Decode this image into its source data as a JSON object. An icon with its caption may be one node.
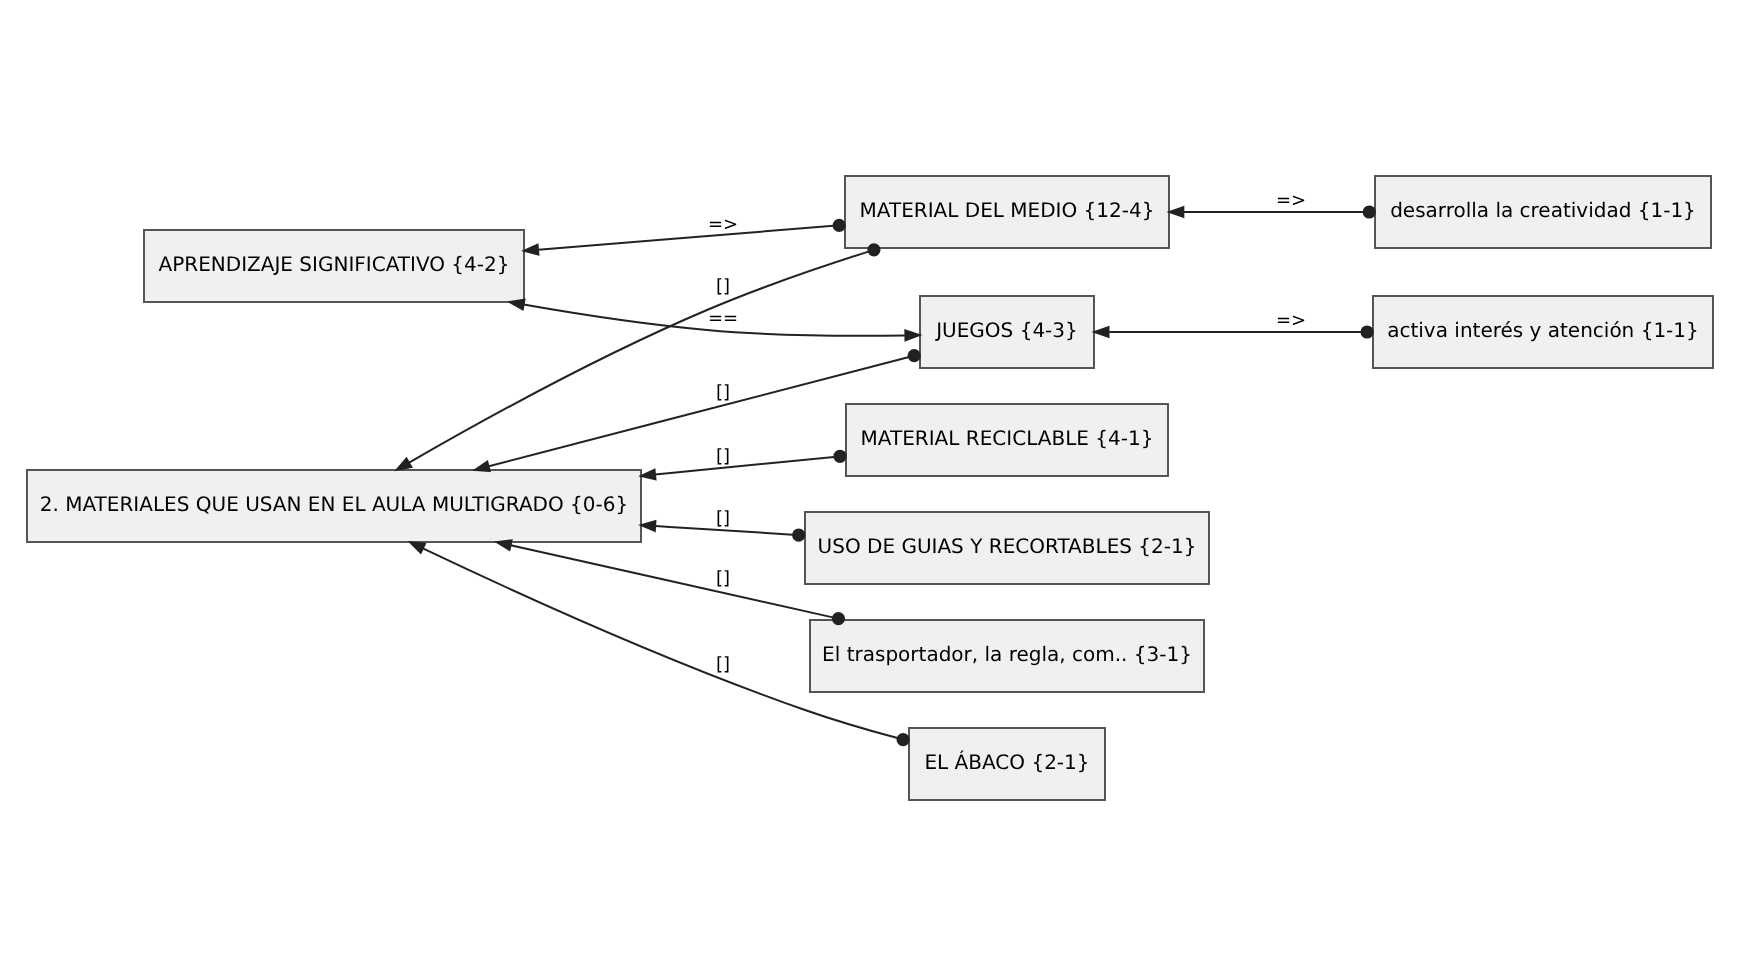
{
  "diagram": {
    "nodes": [
      {
        "text": [
          "MATERIAL DEL MEDIO {12-4}"
        ]
      },
      {
        "text": [
          "desarrolla la creatividad {1-1}"
        ]
      },
      {
        "text": [
          "APRENDIZAJE SIGNIFICATIVO {4-2}"
        ]
      },
      {
        "text": [
          "JUEGOS {4-3}"
        ]
      },
      {
        "text": [
          "activa interés y atención {1-1}"
        ]
      },
      {
        "text": [
          "2. MATERIALES QUE USAN EN EL AULA MULTIGRADO {0-6}"
        ]
      },
      {
        "text": [
          "MATERIAL RECICLABLE {4-1}"
        ]
      },
      {
        "text": [
          "USO DE GUIAS Y RECORTABLES {2-1}"
        ]
      },
      {
        "text": [
          "El trasportador, la regla, com.. {3-1}"
        ]
      },
      {
        "text": [
          "EL ÁBACO {2-1}"
        ]
      }
    ],
    "edges": [
      {
        "from": 1,
        "to": 0,
        "arrow": "to",
        "label": "=>"
      },
      {
        "from": 0,
        "to": 2,
        "arrow": "to",
        "label": "=>"
      },
      {
        "from": 3,
        "to": 2,
        "arrow": "both",
        "label": "=="
      },
      {
        "from": 4,
        "to": 3,
        "arrow": "to",
        "label": "=>"
      },
      {
        "from": 0,
        "to": 5,
        "arrow": "to",
        "label": "[]"
      },
      {
        "from": 3,
        "to": 5,
        "arrow": "to",
        "label": "[]"
      },
      {
        "from": 6,
        "to": 5,
        "arrow": "to",
        "label": "[]"
      },
      {
        "from": 7,
        "to": 5,
        "arrow": "to",
        "label": "[]"
      },
      {
        "from": 8,
        "to": 5,
        "arrow": "to",
        "label": "[]"
      },
      {
        "from": 9,
        "to": 5,
        "arrow": "to",
        "label": "[]"
      }
    ]
  }
}
